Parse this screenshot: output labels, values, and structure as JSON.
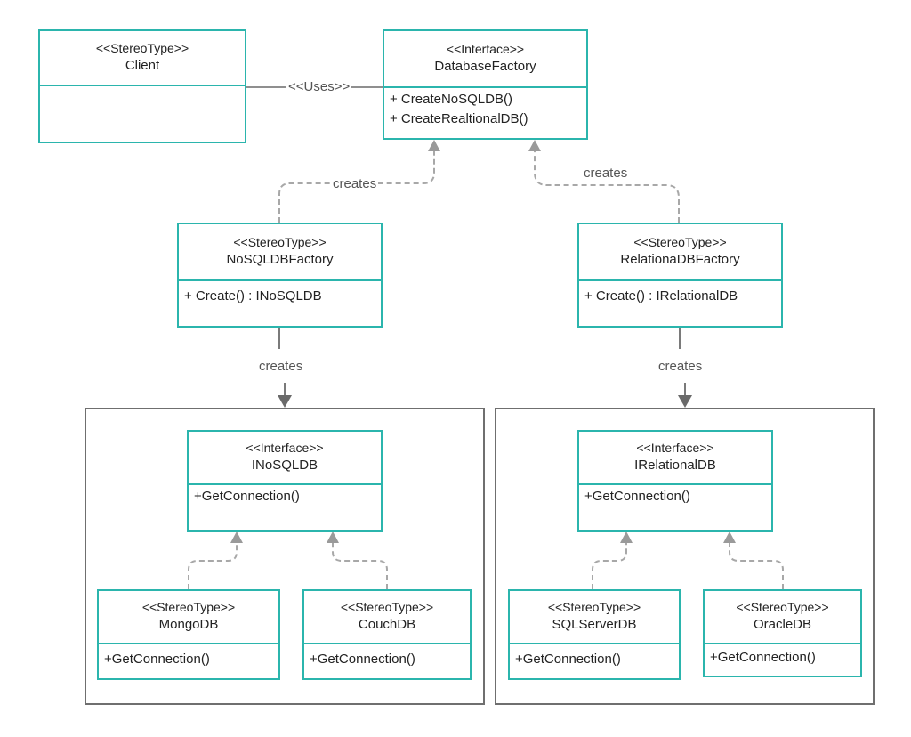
{
  "labels": {
    "uses": "<<Uses>>",
    "creates": "creates"
  },
  "classes": {
    "client": {
      "stereotype": "<<StereoType>>",
      "name": "Client"
    },
    "database_factory": {
      "stereotype": "<<Interface>>",
      "name": "DatabaseFactory",
      "methods": [
        "+ CreateNoSQLDB()",
        "+ CreateRealtionalDB()"
      ]
    },
    "nosql_factory": {
      "stereotype": "<<StereoType>>",
      "name": "NoSQLDBFactory",
      "methods": [
        "+ Create() : INoSQLDB"
      ]
    },
    "relational_factory": {
      "stereotype": "<<StereoType>>",
      "name": "RelationaDBFactory",
      "methods": [
        "+ Create() : IRelationalDB"
      ]
    },
    "inosqldb": {
      "stereotype": "<<Interface>>",
      "name": "INoSQLDB",
      "methods": [
        "+GetConnection()"
      ]
    },
    "irelationaldb": {
      "stereotype": "<<Interface>>",
      "name": "IRelationalDB",
      "methods": [
        "+GetConnection()"
      ]
    },
    "mongodb": {
      "stereotype": "<<StereoType>>",
      "name": "MongoDB",
      "methods": [
        "+GetConnection()"
      ]
    },
    "couchdb": {
      "stereotype": "<<StereoType>>",
      "name": "CouchDB",
      "methods": [
        "+GetConnection()"
      ]
    },
    "sqlserverdb": {
      "stereotype": "<<StereoType>>",
      "name": "SQLServerDB",
      "methods": [
        "+GetConnection()"
      ]
    },
    "oracledb": {
      "stereotype": "<<StereoType>>",
      "name": "OracleDB",
      "methods": [
        "+GetConnection()"
      ]
    }
  }
}
